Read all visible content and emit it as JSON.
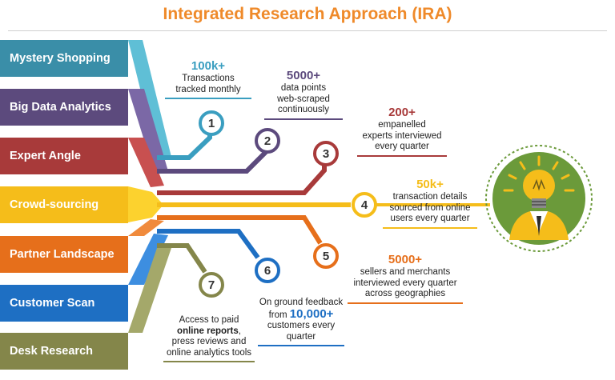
{
  "title": "Integrated Research Approach (IRA)",
  "bands": [
    {
      "label": "Mystery Shopping",
      "color": "#3a8ea8",
      "tail": "#5fbfd6"
    },
    {
      "label": "Big Data Analytics",
      "color": "#5c4a7d",
      "tail": "#7b68a6"
    },
    {
      "label": "Expert Angle",
      "color": "#a83a3a",
      "tail": "#c85050"
    },
    {
      "label": "Crowd-sourcing",
      "color": "#f5bd1a",
      "tail": "#fcd22e"
    },
    {
      "label": "Partner Landscape",
      "color": "#e66f1b",
      "tail": "#f08a3c"
    },
    {
      "label": "Customer Scan",
      "color": "#1e6fc3",
      "tail": "#3d8ee0"
    },
    {
      "label": "Desk Research",
      "color": "#84864a",
      "tail": "#a4a86a"
    }
  ],
  "nodes": [
    {
      "number": "1",
      "color": "#3a9ec0"
    },
    {
      "number": "2",
      "color": "#5c4a7d"
    },
    {
      "number": "3",
      "color": "#a83a3a"
    },
    {
      "number": "4",
      "color": "#f5bd1a"
    },
    {
      "number": "5",
      "color": "#e66f1b"
    },
    {
      "number": "6",
      "color": "#1e6fc3"
    },
    {
      "number": "7",
      "color": "#84864a"
    }
  ],
  "callouts": {
    "c1": {
      "big": "100k+",
      "line1": "Transactions",
      "line2": "tracked monthly",
      "color": "#3a9ec0"
    },
    "c2": {
      "big": "5000+",
      "line1": "data points",
      "line2": "web-scraped",
      "line3": "continuously",
      "color": "#5c4a7d"
    },
    "c3": {
      "big": "200+",
      "line1": "empanelled",
      "line2": "experts interviewed",
      "line3": "every quarter",
      "color": "#a83a3a"
    },
    "c4": {
      "big": "50k+",
      "line1": "transaction details",
      "line2": "sourced from online",
      "line3": "users every quarter",
      "color": "#f5bd1a"
    },
    "c5": {
      "big": "5000+",
      "line1": "sellers and merchants",
      "line2": "interviewed every quarter",
      "line3": "across geographies",
      "color": "#e66f1b"
    },
    "c6": {
      "line1": "On ground feedback",
      "line2_pre": "from",
      "line2_big": "10,000+",
      "line3": "customers every",
      "line4": "quarter",
      "color": "#1e6fc3"
    },
    "c7": {
      "line1": "Access to paid",
      "line2": "online reports",
      "line2_post": ",",
      "line3": "press reviews and",
      "line4": "online analytics tools",
      "color": "#84864a"
    }
  },
  "icon": {
    "name": "lightbulb-person-icon",
    "ring": "#6b9a3a",
    "disc": "#6b9a3a",
    "bulb": "#f5bd1a",
    "suit": "#f5bd1a"
  }
}
